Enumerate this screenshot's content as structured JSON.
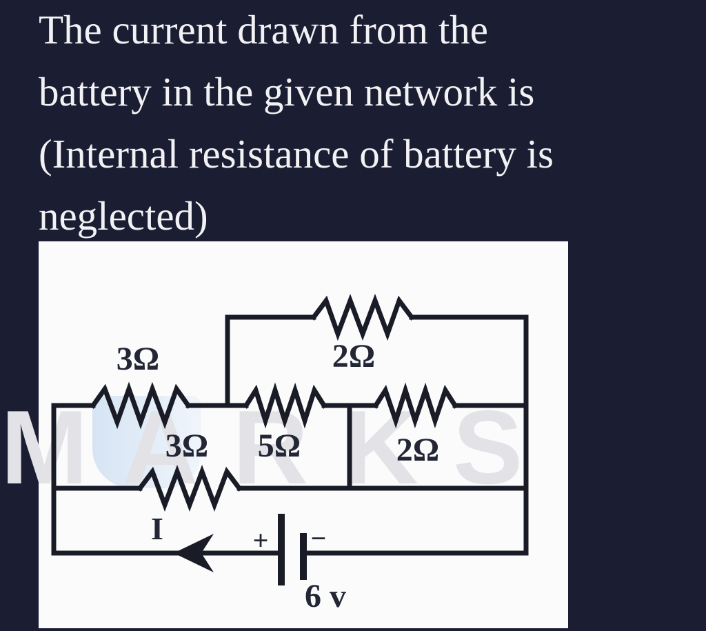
{
  "question": {
    "lines": [
      "The current drawn from the",
      "battery in the given network is",
      "(Internal resistance of battery is",
      "neglected)"
    ]
  },
  "circuit": {
    "resistor_labels": {
      "left_top": "3Ω",
      "top": "2Ω",
      "left_bottom": "3Ω",
      "middle": "5Ω",
      "right": "2Ω"
    },
    "battery": {
      "voltage": "6 v",
      "plus": "+",
      "minus": "−"
    },
    "current_label": "I",
    "watermark": "MARKS"
  },
  "colors": {
    "background": "#1b1e33",
    "panel": "#fbfbfc",
    "question_text": "#f2f1f4",
    "circuit_line": "#191c26",
    "watermark_gray": "#e2e2e7",
    "watermark_blue": "#cfe0f2"
  }
}
